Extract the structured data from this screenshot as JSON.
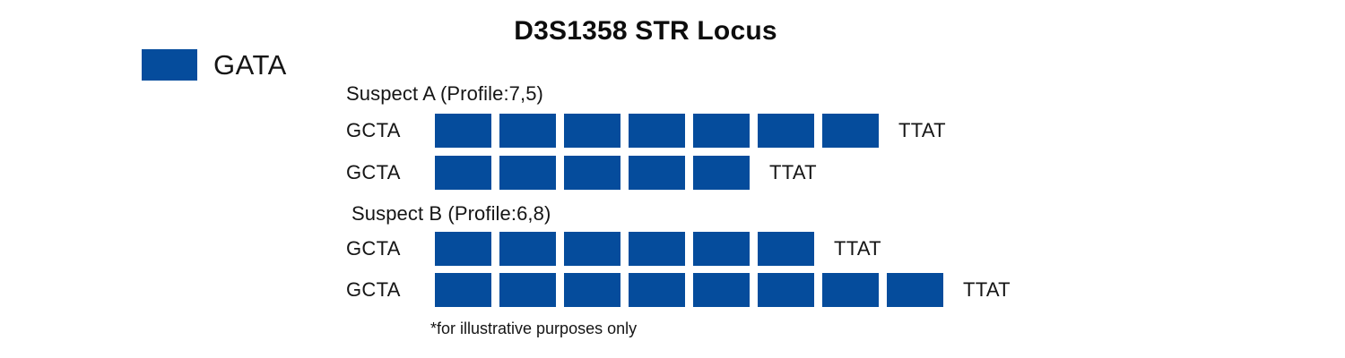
{
  "chart_data": {
    "type": "diagram",
    "title": "D3S1358 STR Locus",
    "legend": [
      {
        "label": "GATA",
        "color": "#054c9c"
      }
    ],
    "legend_position": "top-left",
    "footnote": "*for illustrative purposes only",
    "repeat_motif": "GATA",
    "flank_left": "GCTA",
    "flank_right": "TTAT",
    "groups": [
      {
        "name": "Suspect A",
        "title": "Suspect A (Profile:7,5)",
        "profile": [
          7,
          5
        ],
        "alleles": [
          {
            "left_flank": "GCTA",
            "repeats": 7,
            "right_flank": "TTAT"
          },
          {
            "left_flank": "GCTA",
            "repeats": 5,
            "right_flank": "TTAT"
          }
        ]
      },
      {
        "name": "Suspect B",
        "title": "Suspect B (Profile:6,8)",
        "profile": [
          6,
          8
        ],
        "alleles": [
          {
            "left_flank": "GCTA",
            "repeats": 6,
            "right_flank": "TTAT"
          },
          {
            "left_flank": "GCTA",
            "repeats": 8,
            "right_flank": "TTAT"
          }
        ]
      }
    ],
    "colors": {
      "repeat_block": "#054c9c",
      "text": "#151515",
      "background": "#ffffff"
    }
  }
}
